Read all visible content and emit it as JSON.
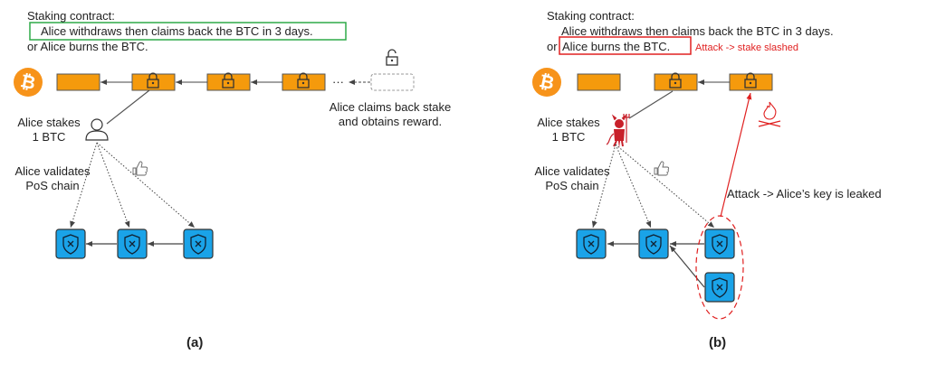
{
  "panel_a": {
    "contract_title": "Staking contract:",
    "contract_line1": "Alice withdraws then claims back the BTC in 3 days.",
    "contract_line2": "or Alice burns the BTC.",
    "stakes_line1": "Alice stakes",
    "stakes_line2": "1 BTC",
    "validates_line1": "Alice validates",
    "validates_line2": "PoS chain",
    "claims_line1": "Alice claims back stake",
    "claims_line2": "and obtains reward.",
    "ellipsis": "···",
    "label": "(a)"
  },
  "panel_b": {
    "contract_title": "Staking contract:",
    "contract_line1": "Alice withdraws then claims back the BTC in 3 days.",
    "contract_or": "or",
    "contract_burn": "Alice burns the BTC.",
    "attack_slash": "Attack -> stake slashed",
    "stakes_line1": "Alice stakes",
    "stakes_line2": "1 BTC",
    "validates_line1": "Alice validates",
    "validates_line2": "PoS chain",
    "attack_key": "Attack -> Alice’s key is leaked",
    "label": "(b)"
  },
  "colors": {
    "btc_orange": "#f7931a",
    "block_orange": "#f59a0c",
    "pos_blue": "#1aa3e8",
    "highlight_green": "#2eaa48",
    "highlight_red": "#e02020",
    "devil_red": "#c8202a"
  },
  "icons": [
    "bitcoin-icon",
    "lock-icon",
    "unlock-icon",
    "person-icon",
    "thumbs-up-icon",
    "shield-icon",
    "devil-icon",
    "fire-icon"
  ]
}
